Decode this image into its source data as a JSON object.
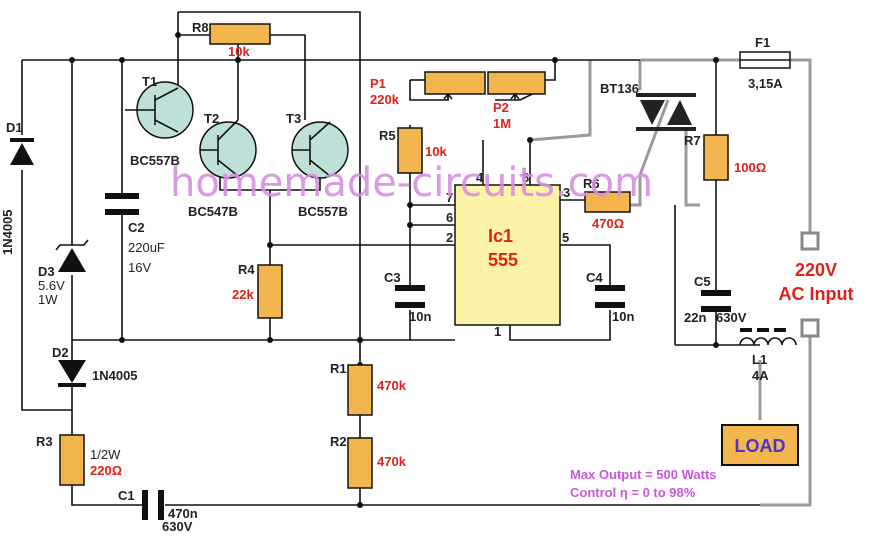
{
  "watermark": "homemade-circuits.com",
  "components": {
    "r8": {
      "name": "R8",
      "value": "10k"
    },
    "t1": {
      "name": "T1",
      "part": "BC557B"
    },
    "t2": {
      "name": "T2",
      "part": "BC547B"
    },
    "t3": {
      "name": "T3",
      "part": "BC557B"
    },
    "p1": {
      "name": "P1",
      "value": "220k"
    },
    "p2": {
      "name": "P2",
      "value": "1M"
    },
    "r5": {
      "name": "R5",
      "value": "10k"
    },
    "ic1": {
      "name": "Ic1",
      "part": "555"
    },
    "triac": {
      "part": "BT136"
    },
    "f1": {
      "name": "F1",
      "value": "3,15A"
    },
    "r7": {
      "name": "R7",
      "value": "100Ω"
    },
    "r6": {
      "name": "R6",
      "value": "470Ω"
    },
    "d1": {
      "name": "D1",
      "part": "1N4005"
    },
    "d3": {
      "name": "D3",
      "value1": "5.6V",
      "value2": "1W"
    },
    "c2": {
      "name": "C2",
      "value1": "220uF",
      "value2": "16V"
    },
    "r4": {
      "name": "R4",
      "value": "22k"
    },
    "c3": {
      "name": "C3",
      "value": "10n"
    },
    "c4": {
      "name": "C4",
      "value": "10n"
    },
    "c5": {
      "name": "C5",
      "value1": "22n",
      "value2": "630V"
    },
    "l1": {
      "name": "L1",
      "value": "4A"
    },
    "d2": {
      "name": "D2",
      "part": "1N4005"
    },
    "r1": {
      "name": "R1",
      "value": "470k"
    },
    "r2": {
      "name": "R2",
      "value": "470k"
    },
    "r3": {
      "name": "R3",
      "value1": "1/2W",
      "value2": "220Ω"
    },
    "c1": {
      "name": "C1",
      "value1": "470n",
      "value2": "630V"
    }
  },
  "pins": {
    "p4": "4",
    "p8": "8",
    "p3": "3",
    "p7": "7",
    "p6": "6",
    "p2": "2",
    "p5": "5",
    "p1": "1"
  },
  "ac_input": {
    "line1": "220V",
    "line2": "AC Input"
  },
  "load": "LOAD",
  "notes": {
    "line1": "Max Output = 500 Watts",
    "line2": "Control η = 0 to 98%"
  },
  "colors": {
    "label_red": "#e0201b",
    "resistor": "#f3b64f",
    "transistor": "#bfe0d8",
    "ic": "#fdf3a6",
    "load_fill": "#f3b64f",
    "load_text": "#4a35c9",
    "note": "#cc55dd",
    "watermark": "#d78ee0"
  }
}
